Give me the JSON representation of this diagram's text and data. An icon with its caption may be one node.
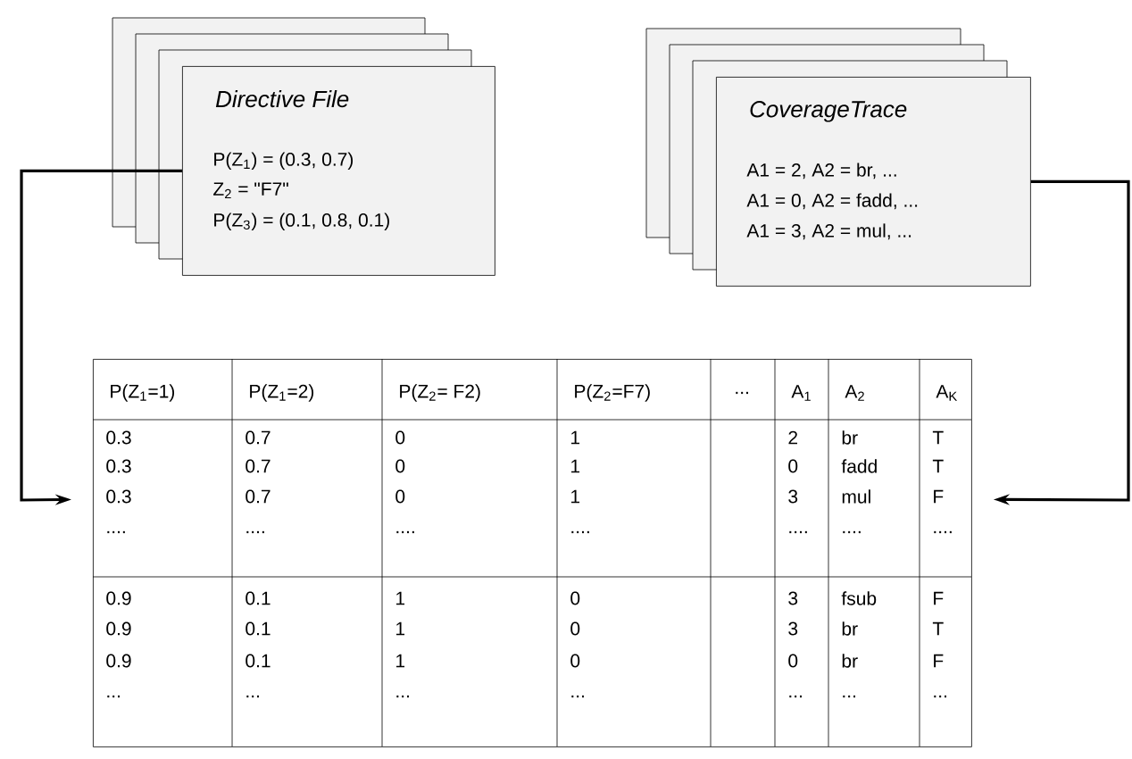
{
  "diagram": {
    "nodes": [
      {
        "text": [
          "Directive File",
          "P(Z$_{1}$) = (0.3, 0.7)",
          "Z$_{2}$ = \"F7\"",
          "P(Z$_{3}$) = (0.1, 0.8, 0.1)"
        ]
      },
      {
        "text": [
          "CoverageTrace",
          "A1 = 2, A2 = br, ...",
          "A1 = 0, A2 = fadd, ...",
          "A1 = 3, A2 = mul, ..."
        ]
      },
      {
        "text": [],
        "shape": "box"
      }
    ],
    "edges": [
      {
        "from": 0,
        "to": 2,
        "arrow": "to"
      },
      {
        "from": 1,
        "to": 2,
        "arrow": "to"
      }
    ],
    "labels": [
      "P(Z$_{1}$=1)",
      "P(Z$_{1}$=2)",
      "P(Z$_{2}$= F2)",
      "P(Z$_{2}$=F7)",
      "...",
      "A$_{1}$",
      "A$_{2}$",
      "A$_{K}$",
      "0.3",
      "0.7",
      "0",
      "1",
      "2",
      "br",
      "T",
      "0.3",
      "0.7",
      "0",
      "1",
      "0",
      "fadd",
      "T",
      "0.3",
      "0.7",
      "0",
      "1",
      "3",
      "mul",
      "F",
      "....",
      "....",
      "....",
      "....",
      "....",
      "....",
      "....",
      "0.9",
      "0.1",
      "1",
      "0",
      "3",
      "fsub",
      "F",
      "0.9",
      "0.1",
      "1",
      "0",
      "3",
      "br",
      "T",
      "0.9",
      "0.1",
      "1",
      "0",
      "0",
      "br",
      "F",
      "...",
      "...",
      "...",
      "...",
      "...",
      "...",
      "..."
    ]
  }
}
